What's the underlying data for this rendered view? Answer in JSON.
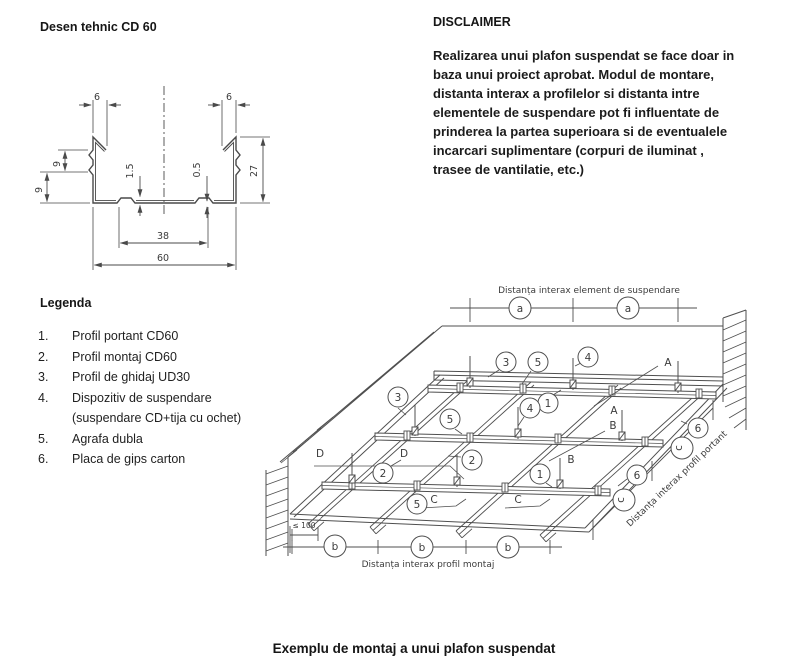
{
  "page": {
    "tech_title": "Desen tehnic CD 60",
    "caption": "Exemplu de montaj a unui plafon suspendat"
  },
  "disclaimer": {
    "heading": "DISCLAIMER",
    "lines": [
      "Realizarea unui plafon suspendat se face doar in",
      "baza unui proiect aprobat. Modul de montare,",
      "distanta interax a profilelor si distanta intre",
      "elementele de suspendare pot fi influentate de",
      "prinderea la partea superioara si de eventualele",
      "incarcari suplimentare (corpuri de iluminat ,",
      "trasee de vantilatie, etc.)"
    ]
  },
  "legend": {
    "heading": "Legenda",
    "items": [
      {
        "num": "1.",
        "text": "Profil portant CD60",
        "text2": ""
      },
      {
        "num": "2.",
        "text": "Profil montaj CD60",
        "text2": ""
      },
      {
        "num": "3.",
        "text": "Profil de ghidaj UD30",
        "text2": ""
      },
      {
        "num": "4.",
        "text": "Dispozitiv de suspendare",
        "text2": "(suspendare CD+tija cu ochet)"
      },
      {
        "num": "5.",
        "text": "Agrafa dubla",
        "text2": ""
      },
      {
        "num": "6.",
        "text": "Placa de gips carton",
        "text2": ""
      }
    ]
  },
  "profile_drawing": {
    "dims": {
      "lip_left": "6",
      "lip_right": "6",
      "knurl_upper": "9",
      "knurl_lower": "9",
      "rib_depth": "1.5",
      "sheet": "0.5",
      "height": "27",
      "inner_width": "38",
      "width": "60"
    }
  },
  "iso": {
    "label_top": "Distanța interax element de suspendare",
    "label_bottom": "Distanța interax profil montaj",
    "label_right": "Distanța interax profil portant",
    "label_wall_offset": "≤ 100",
    "callouts": {
      "a": "a",
      "b": "b",
      "c": "c",
      "n1": "1",
      "n2": "2",
      "n3": "3",
      "n4": "4",
      "n5": "5",
      "n6": "6",
      "A": "A",
      "B": "B",
      "C": "C",
      "D": "D"
    }
  },
  "colors": {
    "ink": "#4a4a4a",
    "text": "#1b1b1b"
  }
}
